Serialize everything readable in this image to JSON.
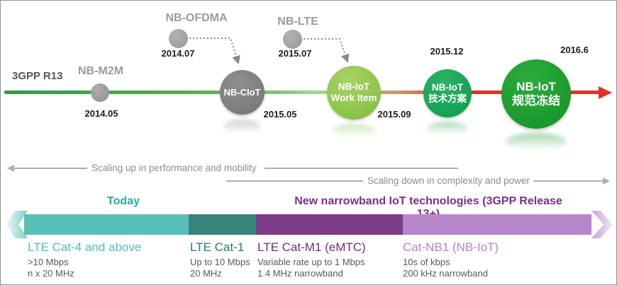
{
  "timeline": {
    "era_label": "3GPP R13",
    "milestones": [
      {
        "label": "NB-M2M",
        "date": "2014.05"
      },
      {
        "label": "NB-OFDMA",
        "date": "2014.07"
      },
      {
        "circle_label": "NB-CIoT",
        "date": "2015.05"
      },
      {
        "label": "NB-LTE",
        "date": "2015.07"
      },
      {
        "line1": "NB-IoT",
        "line2": "Work Item",
        "date": "2015.09"
      },
      {
        "line1": "NB-IoT",
        "line2": "技术方案",
        "date": "2015.12"
      },
      {
        "line1": "NB-IoT",
        "line2": "规范冻结",
        "date": "2016.6"
      }
    ],
    "line_colors": {
      "start_green": "#2f9c40",
      "light_green": "#a6d59b",
      "tan": "#c8986a",
      "red": "#e33125"
    },
    "circle_colors": {
      "gray_small": "#9b9b9b",
      "gray_big": "#7f7f7f",
      "light_green": "#8cc44f",
      "green": "#0fa24e",
      "dark_green": "#1b9a2f"
    }
  },
  "scaling": {
    "up_label": "Scaling up in performance and mobility",
    "down_label": "Scaling down in complexity and power"
  },
  "bands": {
    "today_header": "Today",
    "new_header": "New narrowband IoT technologies (3GPP Release 13+)",
    "segments": [
      {
        "title": "LTE Cat-4 and above",
        "specs": [
          ">10 Mbps",
          "n x 20 MHz"
        ],
        "color": "#57bfb6"
      },
      {
        "title": "LTE Cat-1",
        "specs": [
          "Up to 10 Mbps",
          "20 MHz"
        ],
        "color": "#37857a"
      },
      {
        "title": "LTE Cat-M1 (eMTC)",
        "specs": [
          "Variable rate up to 1 Mbps",
          "1.4 MHz narrowband"
        ],
        "color": "#7b3d87"
      },
      {
        "title": "Cat-NB1 (NB-IoT)",
        "specs": [
          "10s of kbps",
          "200 kHz narrowband"
        ],
        "color": "#b786c9"
      }
    ]
  }
}
